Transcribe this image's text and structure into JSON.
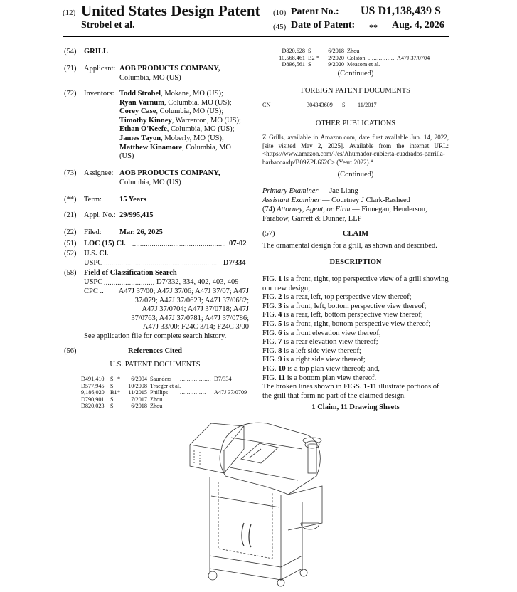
{
  "header": {
    "code_12": "(12)",
    "title": "United States Design Patent",
    "inventors_short": "Strobel et al.",
    "code_10": "(10)",
    "patent_no_label": "Patent No.:",
    "patent_no": "US D1,138,439 S",
    "code_45": "(45)",
    "date_label": "Date of Patent:",
    "date_marker": "**",
    "date": "Aug. 4, 2026"
  },
  "left": {
    "title_code": "(54)",
    "title": "GRILL",
    "applicant_code": "(71)",
    "applicant_label": "Applicant:",
    "applicant_name": "AOB PRODUCTS COMPANY,",
    "applicant_loc": "Columbia, MO (US)",
    "inventors_code": "(72)",
    "inventors_label": "Inventors:",
    "inventors": [
      {
        "name": "Todd Strobel",
        "loc": ", Mokane, MO (US);"
      },
      {
        "name": "Ryan Varnum",
        "loc": ", Columbia, MO (US);"
      },
      {
        "name": "Corey Case",
        "loc": ", Columbia, MO (US);"
      },
      {
        "name": "Timothy Kinney",
        "loc": ", Warrenton, MO (US);"
      },
      {
        "name": "Ethan O'Keefe",
        "loc": ", Columbia, MO (US);"
      },
      {
        "name": "James Tayon",
        "loc": ", Moberly, MO (US);"
      },
      {
        "name": "Matthew Kinamore",
        "loc": ", Columbia, MO"
      }
    ],
    "inventors_tail": "(US)",
    "assignee_code": "(73)",
    "assignee_label": "Assignee:",
    "assignee_name": "AOB PRODUCTS COMPANY,",
    "assignee_loc": "Columbia, MO (US)",
    "term_code": "(**)",
    "term_label": "Term:",
    "term": "15 Years",
    "appl_code": "(21)",
    "appl_label": "Appl. No.:",
    "appl": "29/995,415",
    "filed_code": "(22)",
    "filed_label": "Filed:",
    "filed": "Mar. 26, 2025",
    "loc_code": "(51)",
    "loc_label": "LOC (15) Cl.",
    "loc": "07-02",
    "uscl_code": "(52)",
    "uscl_label": "U.S. Cl.",
    "uspc_label": "USPC",
    "uspc": "D7/334",
    "field_code": "(58)",
    "field_label": "Field of Classification Search",
    "field_uspc_label": "USPC",
    "field_uspc": "D7/332, 334, 402, 403, 409",
    "cpc_label": "CPC ..",
    "cpc_lines": [
      "A47J 37/00; A47J 37/06; A47J 37/07; A47J",
      "37/079; A47J 37/0623; A47J 37/0682;",
      "A47J 37/0704; A47J 37/0718; A47J",
      "37/0763; A47J 37/0781; A47J 37/0786;",
      "A47J 33/00; F24C 3/14; F24C 3/00"
    ],
    "see_file": "See application file for complete search history.",
    "refs_code": "(56)",
    "refs_label": "References Cited",
    "us_docs_heading": "U.S. PATENT DOCUMENTS",
    "us_docs": [
      {
        "num": "D491,410",
        "kind": "S",
        "star": "*",
        "date": "6/2004",
        "name": "Saunders",
        "cls": "D7/334"
      },
      {
        "num": "D577,945",
        "kind": "S",
        "star": "",
        "date": "10/2008",
        "name": "Traeger et al.",
        "cls": ""
      },
      {
        "num": "9,186,020",
        "kind": "B1",
        "star": "*",
        "date": "11/2015",
        "name": "Phillips",
        "cls": "A47J 37/0709"
      },
      {
        "num": "D790,901",
        "kind": "S",
        "star": "",
        "date": "7/2017",
        "name": "Zhou",
        "cls": ""
      },
      {
        "num": "D820,023",
        "kind": "S",
        "star": "",
        "date": "6/2018",
        "name": "Zhou",
        "cls": ""
      }
    ]
  },
  "right": {
    "us_docs_cont": [
      {
        "num": "D820,628",
        "kind": "S",
        "star": "",
        "date": "6/2018",
        "name": "Zhou",
        "cls": ""
      },
      {
        "num": "10,568,461",
        "kind": "B2",
        "star": "*",
        "date": "2/2020",
        "name": "Colston",
        "cls": "A47J 37/0704"
      },
      {
        "num": "D896,561",
        "kind": "S",
        "star": "",
        "date": "9/2020",
        "name": "Measom et al.",
        "cls": ""
      }
    ],
    "continued_1": "(Continued)",
    "foreign_heading": "FOREIGN PATENT DOCUMENTS",
    "foreign": {
      "country": "CN",
      "num": "304343609",
      "kind": "S",
      "date": "11/2017"
    },
    "other_heading": "OTHER PUBLICATIONS",
    "other_text": "Z Grills, available in Amazon.com, date first available Jun. 14, 2022, [site visited May 2, 2025]. Available from the internet URL: <https://www.amazon.com/-/es/Ahumador-cubierta-cuadrados-parrilla-barbacoa/dp/B09ZPL662C> (Year: 2022).*",
    "continued_2": "(Continued)",
    "primary_label": "Primary Examiner",
    "primary": "— Jae Liang",
    "assistant_label": "Assistant Examiner",
    "assistant": "— Courtney J Clark-Rasheed",
    "attorney_code": "(74)",
    "attorney_label": "Attorney, Agent, or Firm",
    "attorney": "— Finnegan, Henderson, Farabow, Garrett & Dunner, LLP",
    "claim_code": "(57)",
    "claim_heading": "CLAIM",
    "claim_text": "The ornamental design for a grill, as shown and described.",
    "description_heading": "DESCRIPTION",
    "figs": [
      {
        "fig": "1",
        "text": "is a front, right, top perspective view of a grill showing our new design;"
      },
      {
        "fig": "2",
        "text": "is a rear, left, top perspective view thereof;"
      },
      {
        "fig": "3",
        "text": "is a front, left, bottom perspective view thereof;"
      },
      {
        "fig": "4",
        "text": "is a rear, left, bottom perspective view thereof;"
      },
      {
        "fig": "5",
        "text": "is a front, right, bottom perspective view thereof;"
      },
      {
        "fig": "6",
        "text": "is a front elevation view thereof;"
      },
      {
        "fig": "7",
        "text": "is a rear elevation view thereof;"
      },
      {
        "fig": "8",
        "text": "is a left side view thereof;"
      },
      {
        "fig": "9",
        "text": "is a right side view thereof;"
      },
      {
        "fig": "10",
        "text": "is a top plan view thereof; and,"
      },
      {
        "fig": "11",
        "text": "is a bottom plan view thereof."
      }
    ],
    "broken_pre": "The broken lines shown in FIGS.",
    "broken_figs": "1-11",
    "broken_post": "illustrate portions of the grill that form no part of the claimed design.",
    "claims_summary": "1 Claim, 11 Drawing Sheets"
  },
  "drawing": {
    "icon": "grill-drawing-icon"
  }
}
